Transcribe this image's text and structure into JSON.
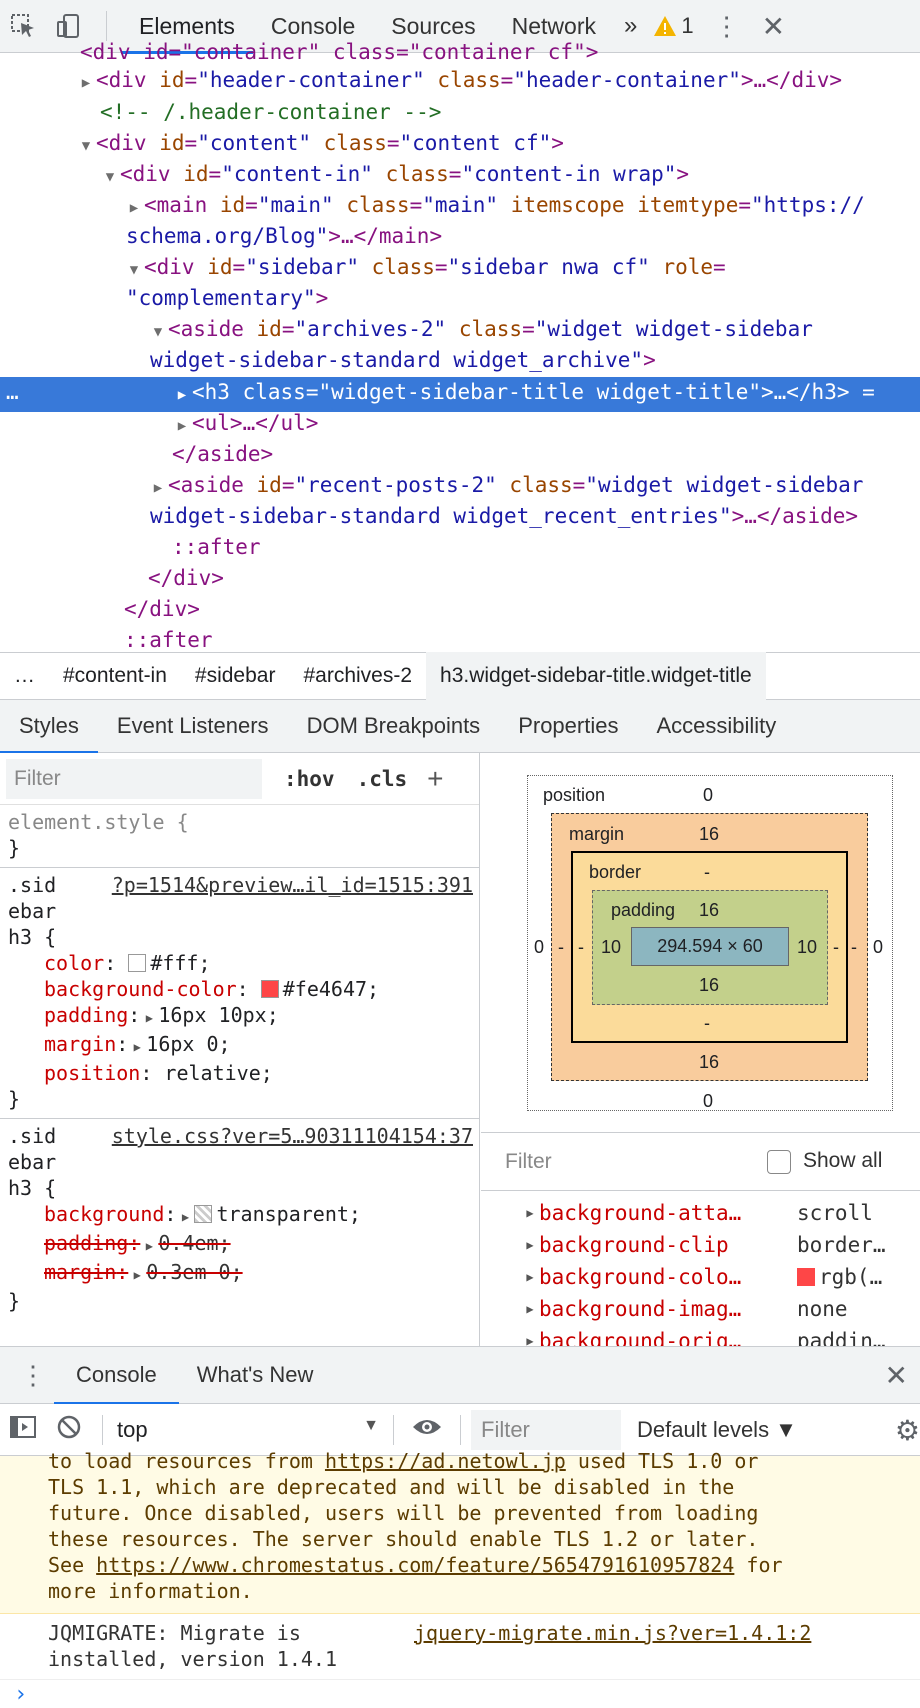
{
  "topbar": {
    "tabs": [
      "Elements",
      "Console",
      "Sources",
      "Network"
    ],
    "more": "»",
    "warning_count": "1"
  },
  "dom": {
    "l0": "<div id=\"container\" class=\"container cf\">",
    "l1": {
      "tag": "<div",
      "a1": "id",
      "v1": "\"header-container\"",
      "a2": "class",
      "v2": "\"header-container\"",
      "end": ">…</div>"
    },
    "l2": "<!-- /.header-container -->",
    "l3": {
      "tag": "<div",
      "a1": "id",
      "v1": "\"content\"",
      "a2": "class",
      "v2": "\"content cf\"",
      "end": ">"
    },
    "l4": {
      "tag": "<div",
      "a1": "id",
      "v1": "\"content-in\"",
      "a2": "class",
      "v2": "\"content-in wrap\"",
      "end": ">"
    },
    "l5": {
      "tag": "<main",
      "a1": "id",
      "v1": "\"main\"",
      "a2": "class",
      "v2": "\"main\"",
      "a3": "itemscope",
      "a4": "itemtype",
      "v4": "\"https://"
    },
    "l6": {
      "v": "schema.org/Blog\"",
      "end": ">…</main>"
    },
    "l7": {
      "tag": "<div",
      "a1": "id",
      "v1": "\"sidebar\"",
      "a2": "class",
      "v2": "\"sidebar nwa cf\"",
      "a3": "role"
    },
    "l8": {
      "v": "\"complementary\"",
      "end": ">"
    },
    "l9": {
      "tag": "<aside",
      "a1": "id",
      "v1": "\"archives-2\"",
      "a2": "class",
      "v2": "\"widget widget-sidebar"
    },
    "l10": {
      "v": "widget-sidebar-standard widget_archive\"",
      "end": ">"
    },
    "l11": {
      "tag": "<h3",
      "a1": "class",
      "v1": "\"widget-sidebar-title widget-title\"",
      "end": ">…</h3>",
      "tail": " ="
    },
    "l12": "<ul>…</ul>",
    "l13": "</aside>",
    "l14": {
      "tag": "<aside",
      "a1": "id",
      "v1": "\"recent-posts-2\"",
      "a2": "class",
      "v2": "\"widget widget-sidebar"
    },
    "l15": {
      "v": "widget-sidebar-standard widget_recent_entries\"",
      "end": ">…</aside>"
    },
    "l16": "::after",
    "l17": "</div>",
    "l18": "</div>",
    "l19": "::after"
  },
  "breadcrumbs": [
    "…",
    "#content-in",
    "#sidebar",
    "#archives-2",
    "h3.widget-sidebar-title.widget-title"
  ],
  "subtabs": [
    "Styles",
    "Event Listeners",
    "DOM Breakpoints",
    "Properties",
    "Accessibility"
  ],
  "styles": {
    "filter_placeholder": "Filter",
    "hov": ":hov",
    "cls": ".cls",
    "plus": "+",
    "element_style": "element.style {",
    "close": "}",
    "rule1": {
      "sel1": ".sid",
      "sel2": "ebar",
      "sel3": "h3 {",
      "link": "?p=1514&preview…il_id=1515:391",
      "props": [
        {
          "name": "color",
          "value": "#fff;",
          "swatch": "#ffffff"
        },
        {
          "name": "background-color",
          "value": "#fe4647;",
          "swatch": "#fe4647"
        },
        {
          "name": "padding",
          "value": "16px 10px;"
        },
        {
          "name": "margin",
          "value": "16px 0;"
        },
        {
          "name": "position",
          "value": "relative;"
        }
      ]
    },
    "rule2": {
      "sel1": ".sid",
      "sel2": "ebar",
      "sel3": "h3 {",
      "link": "style.css?ver=5…90311104154:37",
      "props": [
        {
          "name": "background",
          "value": "transparent;"
        },
        {
          "name": "padding",
          "value": "0.4em;"
        },
        {
          "name": "margin",
          "value": "0.3em 0;"
        }
      ]
    }
  },
  "boxmodel": {
    "position_label": "position",
    "position_value": "0",
    "margin_label": "margin",
    "margin_top": "16",
    "margin_bottom": "16",
    "margin_left": "-",
    "margin_right": "-",
    "border_label": "border",
    "border_top": "-",
    "border_bottom": "-",
    "border_left": "-",
    "border_right": "-",
    "padding_label": "padding",
    "padding_top": "16",
    "padding_bottom": "16",
    "padding_left": "10",
    "padding_right": "10",
    "content": "294.594 × 60",
    "pos_left": "0",
    "pos_right": "0",
    "pos_bottom": "0"
  },
  "computed": {
    "filter_placeholder": "Filter",
    "show_all": "Show all",
    "rows": [
      {
        "name": "background-atta…",
        "value": "scroll"
      },
      {
        "name": "background-clip",
        "value": "border…"
      },
      {
        "name": "background-colo…",
        "value": "rgb(…"
      },
      {
        "name": "background-imag…",
        "value": "none"
      },
      {
        "name": "background-orig…",
        "value": "paddin…"
      }
    ],
    "swatch_color": "#fe4647"
  },
  "drawer": {
    "tabs": [
      "Console",
      "What's New"
    ],
    "context": "top",
    "filter_placeholder": "Filter",
    "levels": "Default levels ▼"
  },
  "console": {
    "warn_l1a": "to load resources from ",
    "warn_l1link": "https://ad.netowl.jp",
    "warn_l1b": " used TLS 1.0 or",
    "warn_l2": "TLS 1.1, which are deprecated and will be disabled in the",
    "warn_l3": "future. Once disabled, users will be prevented from loading",
    "warn_l4": "these resources. The server should enable TLS 1.2 or later.",
    "warn_l5a": "See ",
    "warn_l5link": "https://www.chromestatus.com/feature/5654791610957824",
    "warn_l5b": " for",
    "warn_l6": "more information.",
    "info_l1": "JQMIGRATE: Migrate is",
    "info_l2": "installed, version 1.4.1",
    "info_src": "jquery-migrate.min.js?ver=1.4.1:2",
    "prompt": "›"
  }
}
